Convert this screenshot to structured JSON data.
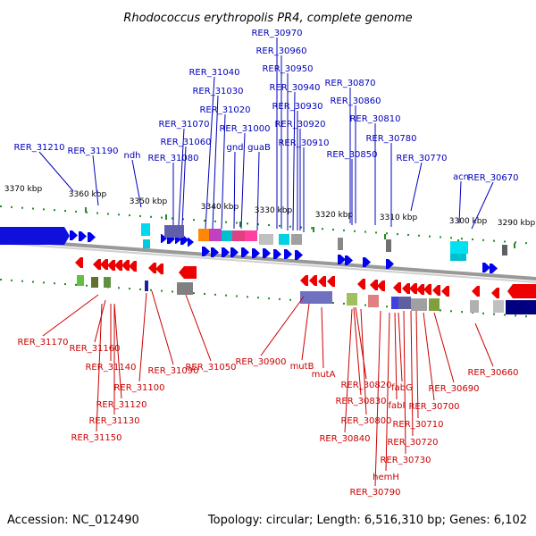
{
  "title": "Rhodococcus erythropolis PR4, complete genome",
  "footer": {
    "accession": "Accession: NC_012490",
    "topology": "Topology: circular; Length: 6,516,310 bp; Genes: 6,102"
  },
  "scale_labels": [
    "3370 kbp",
    "3360 kbp",
    "3350 kbp",
    "3340 kbp",
    "3330 kbp",
    "3320 kbp",
    "3310 kbp",
    "3300 kbp",
    "3290 kbp"
  ],
  "colors": {
    "forward": "#0000ee",
    "reverse": "#ee0000",
    "backbone": "#999999",
    "tick": "#228b22",
    "label_top": "#0000bb",
    "label_bot": "#cc0000"
  },
  "top_labels": [
    "RER_30970",
    "RER_30960",
    "RER_30950",
    "RER_30940",
    "RER_30930",
    "RER_30920",
    "RER_30910",
    "RER_31040",
    "RER_31030",
    "RER_31020",
    "RER_31000",
    "RER_31070",
    "RER_31060",
    "RER_31080",
    "gnd",
    "guaB",
    "RER_30870",
    "RER_30860",
    "RER_30810",
    "RER_30850",
    "RER_30780",
    "RER_30770",
    "RER_31210",
    "RER_31190",
    "ndh",
    "acn",
    "RER_30670"
  ],
  "bottom_labels": [
    "RER_31170",
    "RER_31160",
    "RER_31140",
    "RER_31120",
    "RER_31130",
    "RER_31150",
    "RER_31100",
    "RER_31090",
    "RER_31050",
    "RER_30900",
    "mutB",
    "mutA",
    "RER_30820",
    "RER_30830",
    "RER_30840",
    "RER_30800",
    "RER_30790",
    "hemH",
    "RER_30730",
    "RER_30720",
    "RER_30710",
    "RER_30700",
    "RER_30690",
    "fabG",
    "fabI",
    "RER_30660"
  ]
}
